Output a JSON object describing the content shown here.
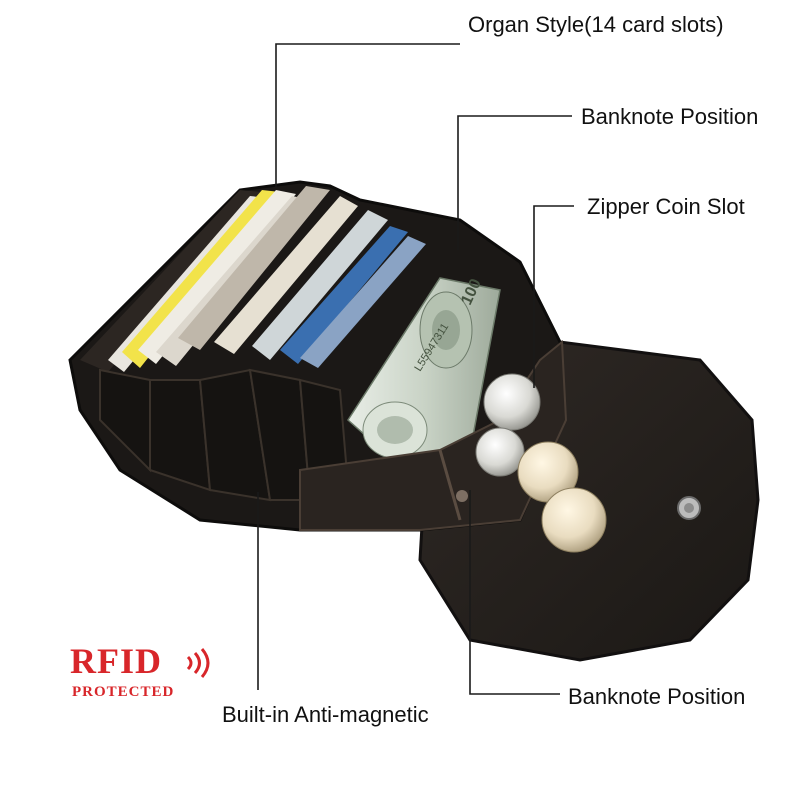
{
  "callouts": {
    "organ_style": "Organ Style(14 card slots)",
    "banknote_top": "Banknote Position",
    "zipper_coin": "Zipper Coin Slot",
    "banknote_bottom": "Banknote Position",
    "anti_magnetic": "Built-in Anti-magnetic"
  },
  "badge": {
    "word": "RFID",
    "sub": "PROTECTED",
    "color": "#d8262a"
  },
  "banknote_print": {
    "serial": "L55947311",
    "denomination": "100"
  },
  "colors": {
    "leather": "#1d1a17",
    "leather_edge": "#3a322b",
    "suede": "#2b2521",
    "callout_line": "#1a1a1a"
  }
}
